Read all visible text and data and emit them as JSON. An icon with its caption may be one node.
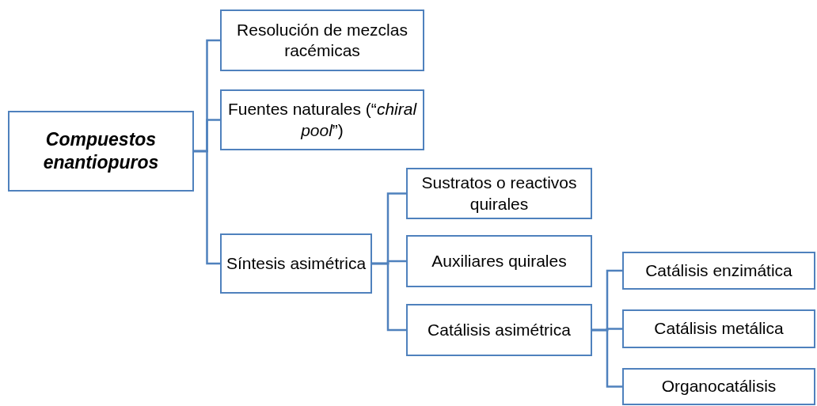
{
  "diagram": {
    "nodes": [
      {
        "text": [
          "Compuestos enantiopuros"
        ]
      },
      {
        "text": [
          "Resolución de mezclas racémicas"
        ]
      },
      {
        "text": [
          "Fuentes naturales (“*chiral pool*”)"
        ]
      },
      {
        "text": [
          "Síntesis asimétrica"
        ]
      },
      {
        "text": [
          "Sustratos o reactivos quirales"
        ]
      },
      {
        "text": [
          "Auxiliares quirales"
        ]
      },
      {
        "text": [
          "Catálisis asimétrica"
        ]
      },
      {
        "text": [
          "Catálisis enzimática"
        ]
      },
      {
        "text": [
          "Catálisis metálica"
        ]
      },
      {
        "text": [
          "Organocatálisis"
        ]
      }
    ],
    "edges": [
      {
        "from": 0,
        "to": 1,
        "arrow": "none"
      },
      {
        "from": 0,
        "to": 2,
        "arrow": "none"
      },
      {
        "from": 0,
        "to": 3,
        "arrow": "none"
      },
      {
        "from": 3,
        "to": 4,
        "arrow": "none"
      },
      {
        "from": 3,
        "to": 5,
        "arrow": "none"
      },
      {
        "from": 3,
        "to": 6,
        "arrow": "none"
      },
      {
        "from": 6,
        "to": 7,
        "arrow": "none"
      },
      {
        "from": 6,
        "to": 8,
        "arrow": "none"
      },
      {
        "from": 6,
        "to": 9,
        "arrow": "none"
      }
    ]
  }
}
